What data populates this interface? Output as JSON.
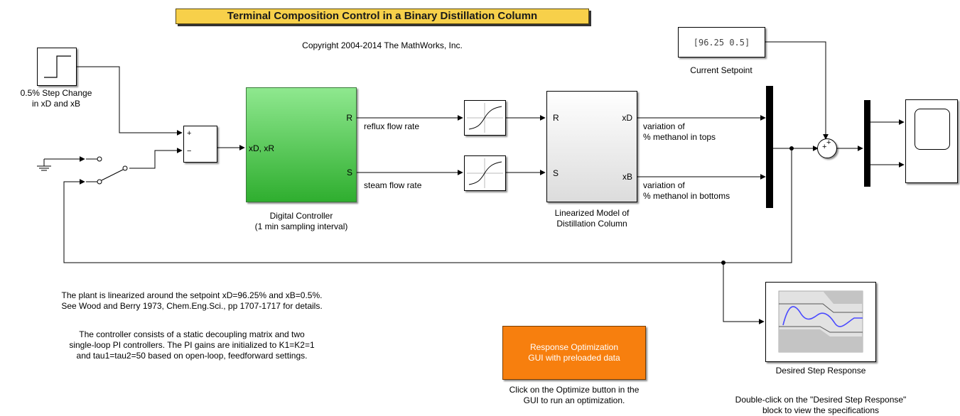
{
  "title": "Terminal Composition Control in a Binary Distillation Column",
  "copyright": "Copyright 2004-2014 The MathWorks, Inc.",
  "step_block": {
    "label_line1": "0.5% Step Change",
    "label_line2": "in xD and xB"
  },
  "sum_block": {
    "plus": "+",
    "minus": "−"
  },
  "controller": {
    "input_port": "xD, xR",
    "output_r": "R",
    "output_s": "S",
    "label_line1": "Digital Controller",
    "label_line2": "(1 min sampling interval)"
  },
  "signals": {
    "reflux": "reflux flow rate",
    "steam": "steam flow rate",
    "tops_line1": "variation of",
    "tops_line2": "% methanol in tops",
    "bottoms_line1": "variation of",
    "bottoms_line2": "% methanol in bottoms"
  },
  "plant": {
    "input_r": "R",
    "input_s": "S",
    "output_xd": "xD",
    "output_xb": "xB",
    "label_line1": "Linearized Model of",
    "label_line2": "Distillation Column"
  },
  "setpoint": {
    "value": "[96.25 0.5]",
    "label": "Current Setpoint"
  },
  "setpoint_sum": {
    "plus1": "+",
    "plus2": "+"
  },
  "desired": {
    "label": "Desired Step Response"
  },
  "notes": {
    "plant_line1": "The plant is linearized around the setpoint xD=96.25% and xB=0.5%.",
    "plant_line2": "See Wood and Berry 1973, Chem.Eng.Sci., pp 1707-1717 for details.",
    "ctrl_line1": "The controller consists of a static decoupling matrix and two",
    "ctrl_line2": "single-loop PI controllers. The PI gains are initialized to K1=K2=1",
    "ctrl_line3": "and tau1=tau2=50 based on open-loop, feedforward settings."
  },
  "optimize": {
    "line1": "Response Optimization",
    "line2": "GUI with preloaded data",
    "caption1": "Click on the Optimize button in the",
    "caption2": "GUI to run an optimization."
  },
  "desired_note": {
    "line1": "Double-click on the \"Desired Step Response\"",
    "line2": "block to view the specifications"
  },
  "colors": {
    "title_bg": "#f7d04a",
    "controller_green": "#3cbf3c",
    "optimize_orange": "#f77f0e",
    "response_blue": "#4a4aff"
  }
}
